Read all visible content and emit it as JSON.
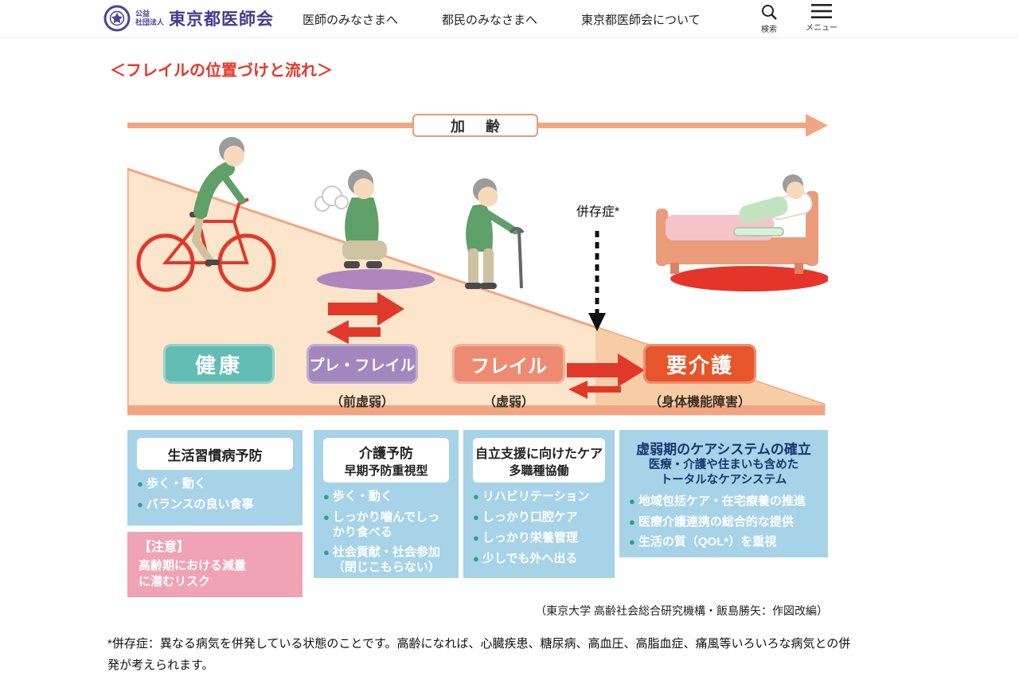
{
  "colors": {
    "brand_purple": "#453C8C",
    "title_red": "#E8362A",
    "arrow_salmon": "#F2A583",
    "stage_healthy": "#63BCB3",
    "stage_prefrail": "#A287BF",
    "stage_frail": "#ED8B70",
    "stage_care": "#E7552A",
    "transition_red": "#E0392B",
    "info_blue": "#A6D3E8",
    "caution_pink": "#EFA3B5"
  },
  "header": {
    "org_small_top": "公益",
    "org_small_bottom": "社団法人",
    "org_name": "東京都医師会",
    "nav": [
      {
        "label": "医師のみなさまへ"
      },
      {
        "label": "都民のみなさまへ"
      },
      {
        "label": "東京都医師会について"
      }
    ],
    "search_label": "検索",
    "menu_label": "メニュー"
  },
  "page_title": "＜フレイルの位置づけと流れ＞",
  "diagram": {
    "aging_label": "加齢",
    "comorbidity_label": "併存症*",
    "stages": [
      {
        "label": "健康",
        "sub": ""
      },
      {
        "label": "プレ・フレイル",
        "sub": "（前虚弱）"
      },
      {
        "label": "フレイル",
        "sub": "（虚弱）"
      },
      {
        "label": "要介護",
        "sub": "（身体機能障害）"
      }
    ]
  },
  "info_boxes": [
    {
      "title_lines": [
        "生活習慣病予防"
      ],
      "items": [
        "歩く・動く",
        "バランスの良い食事"
      ]
    },
    {
      "title_lines": [
        "介護予防",
        "早期予防重視型"
      ],
      "items": [
        "歩く・動く",
        "しっかり噛んでしっかり食べる",
        "社会貢献・社会参加（閉じこもらない）"
      ]
    },
    {
      "title_lines": [
        "自立支援に向けたケア",
        "多職種協働"
      ],
      "items": [
        "リハビリテーション",
        "しっかり口腔ケア",
        "しっかり栄養管理",
        "少しでも外へ出る"
      ]
    },
    {
      "title_lines": [
        "虚弱期のケアシステムの確立"
      ],
      "subtitle_lines": [
        "医療・介護や住まいも含めた",
        "トータルなケアシステム"
      ],
      "items": [
        "地域包括ケア・在宅療養の推進",
        "医療介護連携の総合的な提供",
        "生活の質（QOL*）を重視"
      ]
    }
  ],
  "caution_box": {
    "heading": "【注意】",
    "lines": [
      "高齢期における減量",
      "に潜むリスク"
    ]
  },
  "credit": "（東京大学 高齢社会総合研究機構・飯島勝矢：作図改編）",
  "footnote_lines": [
    "*併存症：異なる病気を併発している状態のことです。高齢になれば、心臓疾患、糖尿病、高血圧、高脂血症、痛風等いろいろな病気との併",
    "発が考えられます。"
  ]
}
